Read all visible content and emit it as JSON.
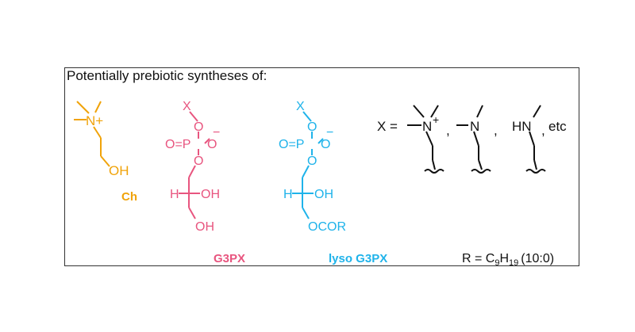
{
  "heading": "Potentially prebiotic syntheses of:",
  "colors": {
    "choline": "#f0a30a",
    "g3px": "#e8557f",
    "lyso": "#1fb3ea",
    "black": "#111111"
  },
  "choline": {
    "n_plus": "N+",
    "oh": "OH",
    "label": "Ch"
  },
  "g3px": {
    "x": "X",
    "o_top": "O",
    "o_eq": "O=P",
    "o_side": "O",
    "minus": "−",
    "o_bottom": "O",
    "h": "H",
    "oh": "OH",
    "oh_bottom": "OH",
    "label": "G3PX"
  },
  "lyso": {
    "x": "X",
    "o_top": "O",
    "o_eq": "O=P",
    "o_side": "O",
    "minus": "−",
    "o_bottom": "O",
    "h": "H",
    "oh": "OH",
    "ocor": "OCOR",
    "label": "lyso G3PX"
  },
  "x_def": {
    "x_eq": "X =",
    "n1": "N",
    "plus": "+",
    "comma1": ",",
    "n2": "N",
    "comma2": ",",
    "hn": "HN",
    "comma3": ",",
    "etc": "etc"
  },
  "r_def": {
    "r_eq": "R = C",
    "sub9": "9",
    "h": "H",
    "sub19": "19",
    "ratio": "(10:0)"
  }
}
